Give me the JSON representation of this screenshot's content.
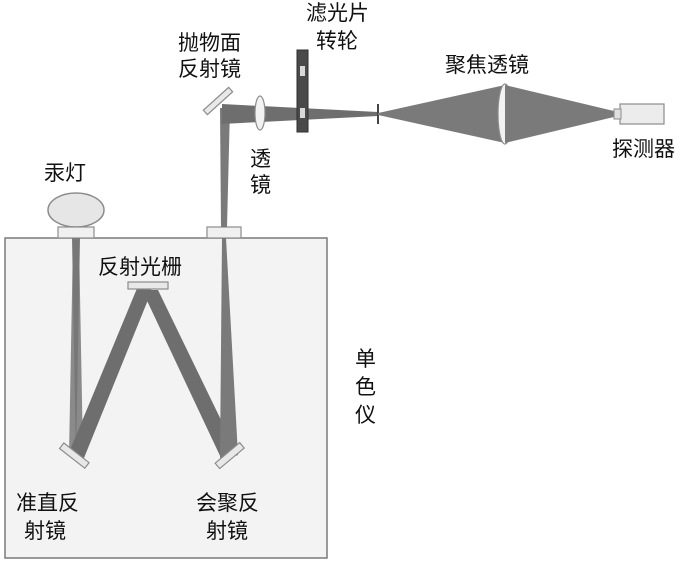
{
  "labels": {
    "lamp": "汞灯",
    "paraboloid_mirror": [
      "抛物面",
      "反射镜"
    ],
    "filter_wheel": [
      "滤光片",
      "转轮"
    ],
    "focus_lens": "聚焦透镜",
    "detector": "探测器",
    "lens": [
      "透",
      "镜"
    ],
    "grating": "反射光栅",
    "monochromator": [
      "单",
      "色",
      "仪"
    ],
    "collimating_mirror": [
      "准直反",
      "射镜"
    ],
    "converging_mirror": [
      "会聚反",
      "射镜"
    ]
  },
  "colors": {
    "beam": "#6e6e6e",
    "beam_thin": "#8a8a8a",
    "frame": "#7a7a7a",
    "component_fill": "#ededed",
    "component_stroke": "#8c8c8c",
    "filter_wheel": "#4a4a4a",
    "text": "#111111"
  }
}
